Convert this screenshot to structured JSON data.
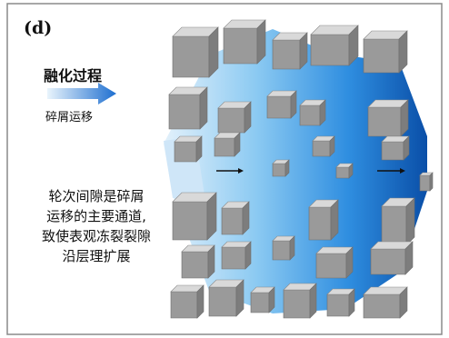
{
  "panel_label": "(d)",
  "legend": {
    "title": "融化过程",
    "subtitle": "碎屑运移",
    "arrow_color": "#1e6fd0"
  },
  "description": {
    "lines": [
      "轮次间隙是碎屑",
      "运移的主要通道,",
      "致使表观冻裂裂隙",
      "沿层理扩展"
    ]
  },
  "colors": {
    "border": "#888888",
    "channel_light": "#d6ecfa",
    "channel_mid": "#4aa4e8",
    "channel_dark": "#0b57b0",
    "rock_top": "#d9d9d9",
    "rock_side": "#9a9a9a",
    "rock_dark": "#7d7d7d"
  }
}
